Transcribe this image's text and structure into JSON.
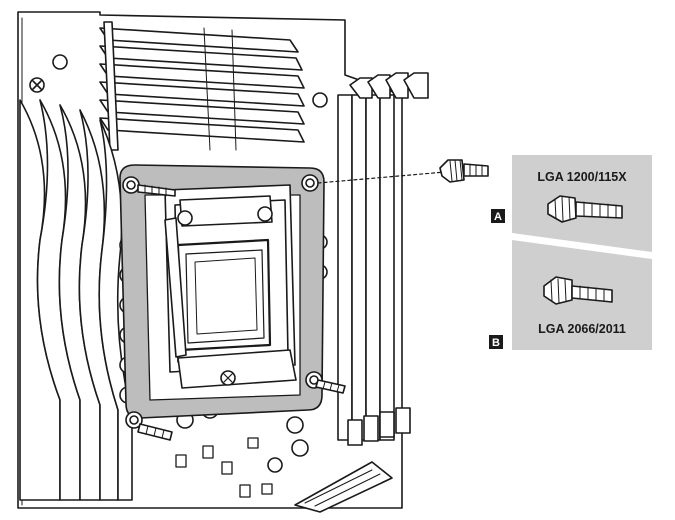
{
  "callouts": [
    {
      "letter": "A",
      "label": "LGA 1200/115X"
    },
    {
      "letter": "B",
      "label": "LGA 2066/2011"
    }
  ],
  "colors": {
    "line": "#1a1a1a",
    "gray_fill": "#bdbdbd",
    "panel_fill": "#cfcfcf",
    "board": "#ffffff"
  },
  "icons": [
    "motherboard",
    "cpu-socket",
    "ram-slots",
    "vrm-heatsink",
    "standoff-screw"
  ]
}
